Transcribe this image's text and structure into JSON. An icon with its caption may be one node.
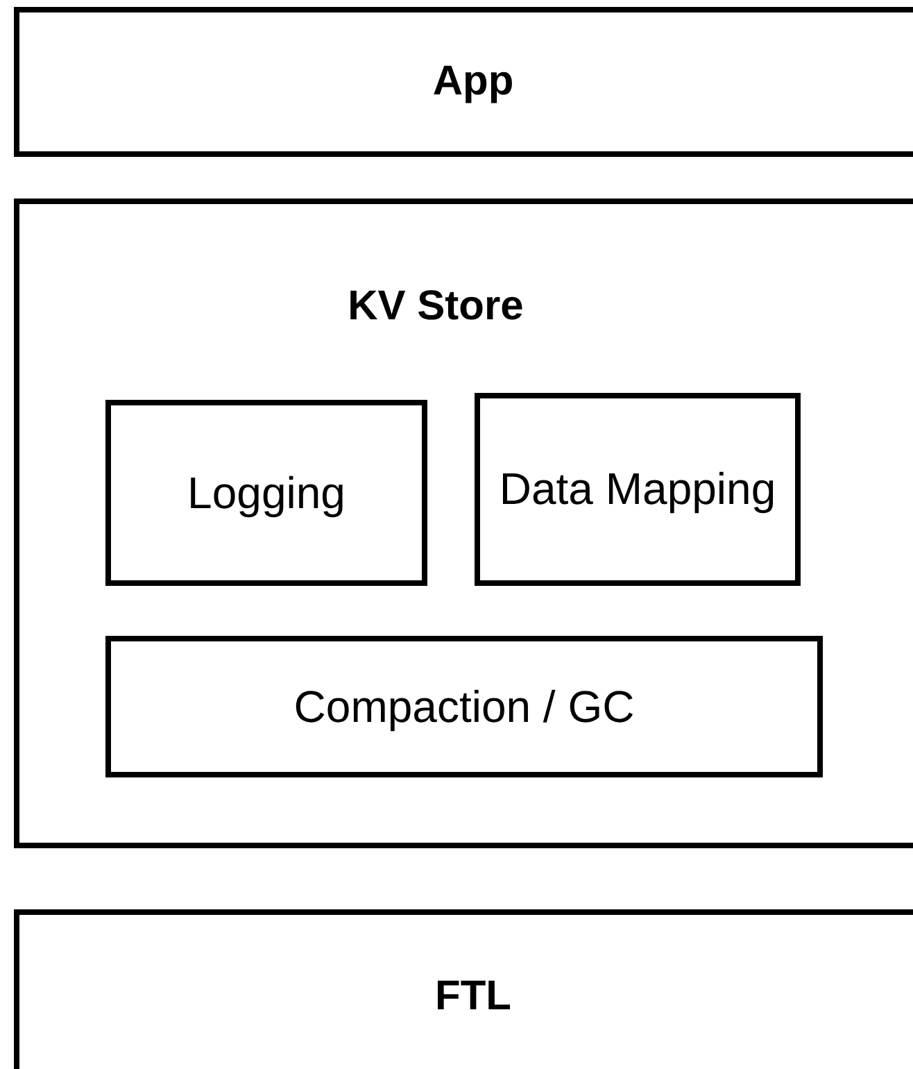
{
  "diagram": {
    "nodes": [
      {
        "text": [
          "App"
        ]
      },
      {
        "text": [
          "KV Store"
        ]
      },
      {
        "text": [
          "Logging"
        ],
        "in": 1
      },
      {
        "text": [
          "Data Mapping"
        ],
        "in": 1
      },
      {
        "text": [
          "Compaction / GC"
        ],
        "in": 1
      },
      {
        "text": [
          "FTL"
        ]
      }
    ]
  }
}
